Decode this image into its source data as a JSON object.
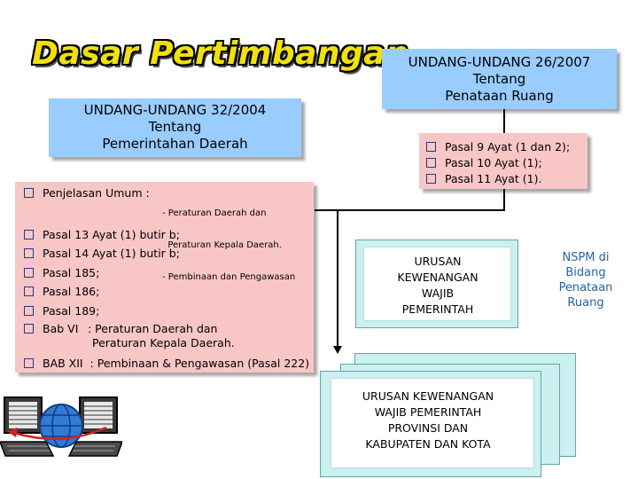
{
  "title": "Dasar Pertimbangan",
  "uu32": {
    "name": "UNDANG-UNDANG 32/2004",
    "tentang": "Tentang",
    "subject": "Pemerintahan Daerah"
  },
  "uu26": {
    "name": "UNDANG-UNDANG 26/2007",
    "tentang": "Tentang",
    "subject": "Penataan Ruang"
  },
  "uu26_items": [
    "Pasal 9 Ayat (1 dan 2);",
    "Pasal 10 Ayat (1);",
    "Pasal 11 Ayat (1)."
  ],
  "penjelasan": {
    "label": "Penjelasan Umum :",
    "detail1": "- Peraturan Daerah dan",
    "detail2": "  Peraturan Kepala Daerah.",
    "detail3": "- Pembinaan dan Pengawasan"
  },
  "uu32_items": [
    "Pasal 13 Ayat (1) butir b;",
    "Pasal 14 Ayat (1) butir b;",
    "Pasal 185;",
    "Pasal 186;",
    "Pasal 189;"
  ],
  "bab6": {
    "label": "Bab VI",
    "line1": ": Peraturan Daerah dan",
    "line2": "Peraturan Kepala Daerah."
  },
  "bab12": "BAB XII  : Pembinaan & Pengawasan (Pasal 222)",
  "urusan_pusat": [
    "URUSAN",
    "KEWENANGAN",
    "WAJIB",
    "PEMERINTAH"
  ],
  "urusan_daerah": [
    "URUSAN KEWENANGAN",
    "WAJIB PEMERINTAH",
    "PROVINSI DAN",
    "KABUPATEN DAN KOTA"
  ],
  "nspm": [
    "NSPM di",
    "Bidang",
    "Penataan",
    "Ruang"
  ],
  "colors": {
    "blue_box": "#99ccff",
    "pink_box": "#f9c6c6",
    "title_yellow": "#f2e200",
    "nspm_text": "#1f63b8",
    "doc_teal": "#ccefef"
  },
  "icons": [
    "bullet-square-icon",
    "computer-network-icon"
  ]
}
